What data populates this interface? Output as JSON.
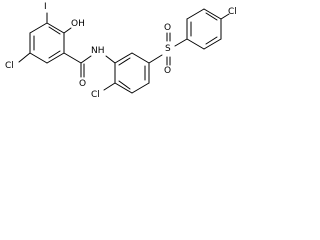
{
  "molecule": {
    "atoms": {
      "iodine": "I",
      "hydroxyl": "OH",
      "chlorine_left": "Cl",
      "carbonyl_oxygen": "O",
      "amide_nh": "NH",
      "chlorine_bottom": "Cl",
      "sulfur": "S",
      "sulfonyl_oxygen_top": "O",
      "sulfonyl_oxygen_bottom": "O",
      "chlorine_right": "Cl"
    }
  },
  "colors": {
    "bond": "#000000",
    "label": "#000000",
    "background": "#ffffff"
  }
}
